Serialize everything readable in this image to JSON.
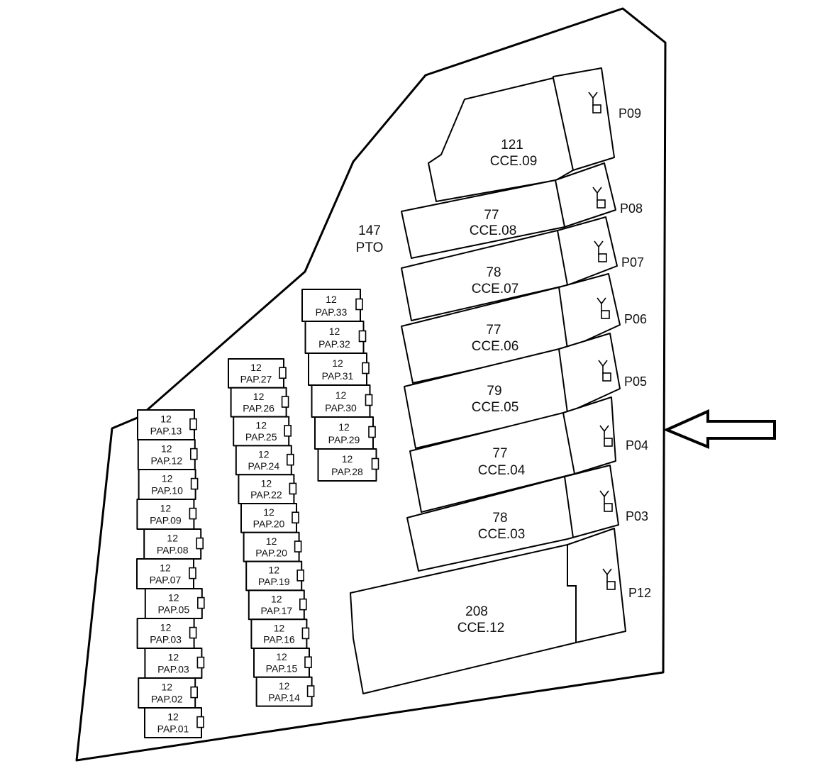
{
  "common_area": {
    "area": "147",
    "code": "PTO"
  },
  "cce_units": [
    {
      "area": "121",
      "code": "CCE.09",
      "pole": "P09"
    },
    {
      "area": "77",
      "code": "CCE.08",
      "pole": "P08"
    },
    {
      "area": "78",
      "code": "CCE.07",
      "pole": "P07"
    },
    {
      "area": "77",
      "code": "CCE.06",
      "pole": "P06"
    },
    {
      "area": "79",
      "code": "CCE.05",
      "pole": "P05"
    },
    {
      "area": "77",
      "code": "CCE.04",
      "pole": "P04"
    },
    {
      "area": "78",
      "code": "CCE.03",
      "pole": "P03"
    },
    {
      "area": "208",
      "code": "CCE.12",
      "pole": "P12"
    }
  ],
  "pap_columns": [
    {
      "units": [
        {
          "area": "12",
          "code": "PAP.13"
        },
        {
          "area": "12",
          "code": "PAP.12"
        },
        {
          "area": "12",
          "code": "PAP.10"
        },
        {
          "area": "12",
          "code": "PAP.09"
        },
        {
          "area": "12",
          "code": "PAP.08"
        },
        {
          "area": "12",
          "code": "PAP.07"
        },
        {
          "area": "12",
          "code": "PAP.05"
        },
        {
          "area": "12",
          "code": "PAP.03"
        },
        {
          "area": "12",
          "code": "PAP.03"
        },
        {
          "area": "12",
          "code": "PAP.02"
        },
        {
          "area": "12",
          "code": "PAP.01"
        }
      ]
    },
    {
      "units": [
        {
          "area": "12",
          "code": "PAP.27"
        },
        {
          "area": "12",
          "code": "PAP.26"
        },
        {
          "area": "12",
          "code": "PAP.25"
        },
        {
          "area": "12",
          "code": "PAP.24"
        },
        {
          "area": "12",
          "code": "PAP.22"
        },
        {
          "area": "12",
          "code": "PAP.20"
        },
        {
          "area": "12",
          "code": "PAP.20"
        },
        {
          "area": "12",
          "code": "PAP.19"
        },
        {
          "area": "12",
          "code": "PAP.17"
        },
        {
          "area": "12",
          "code": "PAP.16"
        },
        {
          "area": "12",
          "code": "PAP.15"
        },
        {
          "area": "12",
          "code": "PAP.14"
        }
      ]
    },
    {
      "units": [
        {
          "area": "12",
          "code": "PAP.33"
        },
        {
          "area": "12",
          "code": "PAP.32"
        },
        {
          "area": "12",
          "code": "PAP.31"
        },
        {
          "area": "12",
          "code": "PAP.30"
        },
        {
          "area": "12",
          "code": "PAP.29"
        },
        {
          "area": "12",
          "code": "PAP.28"
        }
      ]
    }
  ],
  "pole_icon": "antenna-pole-icon",
  "entrance_icon": "entrance-arrow-icon"
}
